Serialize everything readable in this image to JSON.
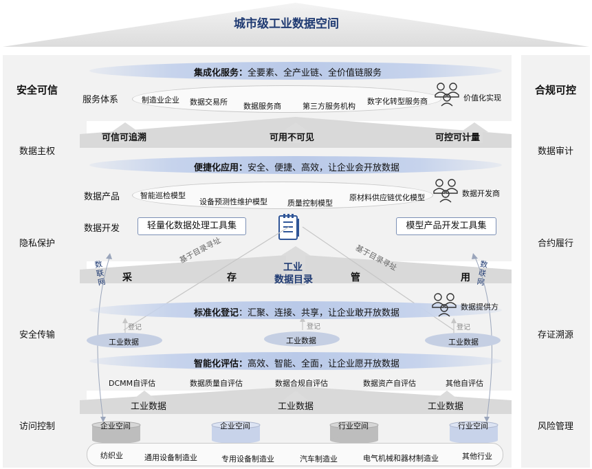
{
  "title": "城市级工业数据空间",
  "left": {
    "heading": "安全可信",
    "items": [
      "数据主权",
      "隐私保护",
      "安全传输",
      "访问控制"
    ]
  },
  "right": {
    "heading": "合规可控",
    "items": [
      "数据审计",
      "合约履行",
      "存证溯源",
      "风险管理"
    ]
  },
  "service": {
    "banner_bold": "集成化服务：",
    "banner_text": "全要素、全产业链、全价值链服务",
    "label": "服务体系",
    "items": [
      "制造业企业",
      "数据交易所",
      "数据服务商",
      "第三方服务机构",
      "数字化转型服务商"
    ],
    "role": "价值化实现"
  },
  "principles": [
    "可信可追溯",
    "可用不可见",
    "可控可计量"
  ],
  "application": {
    "banner_bold": "便捷化应用：",
    "banner_text": "安全、便捷、高效，让企业会开放数据",
    "product_label": "数据产品",
    "products": [
      "智能巡检模型",
      "设备预测性维护模型",
      "质量控制模型",
      "原材料供应链优化模型"
    ],
    "role": "数据开发商",
    "dev_label": "数据开发",
    "tool_left": "轻量化数据处理工具集",
    "tool_right": "模型产品开发工具集"
  },
  "catalog": {
    "line1": "工业",
    "line2": "数据目录",
    "addr_left": "基于目录寻址",
    "addr_right": "基于目录寻址",
    "steps": [
      "采",
      "存",
      "管",
      "用"
    ],
    "network": "数联网"
  },
  "registration": {
    "banner_bold": "标准化登记",
    "banner_text": "：汇聚、连接、共享，让企业敢开放数据",
    "role": "数据提供方",
    "register": "登记",
    "data_nodes": [
      "工业数据",
      "工业数据",
      "工业数据"
    ]
  },
  "evaluation": {
    "banner_bold": "智能化评估：",
    "banner_text": "高效、智能、全面，让企业愿开放数据",
    "items": [
      "DCMM自评估",
      "数据质量自评估",
      "数据合规自评估",
      "数据资产自评估",
      "其他自评估"
    ]
  },
  "industrial_data": [
    "工业数据",
    "工业数据",
    "工业数据"
  ],
  "spaces": [
    "企业空间",
    "企业空间",
    "行业空间",
    "行业空间"
  ],
  "industries": [
    "纺织业",
    "通用设备制造业",
    "专用设备制造业",
    "汽车制造业",
    "电气机械和器材制造业",
    "其他行业"
  ],
  "colors": {
    "accent": "#1f3a72",
    "panel": "#f2f2f2",
    "ellipse": "#bccbe8"
  }
}
